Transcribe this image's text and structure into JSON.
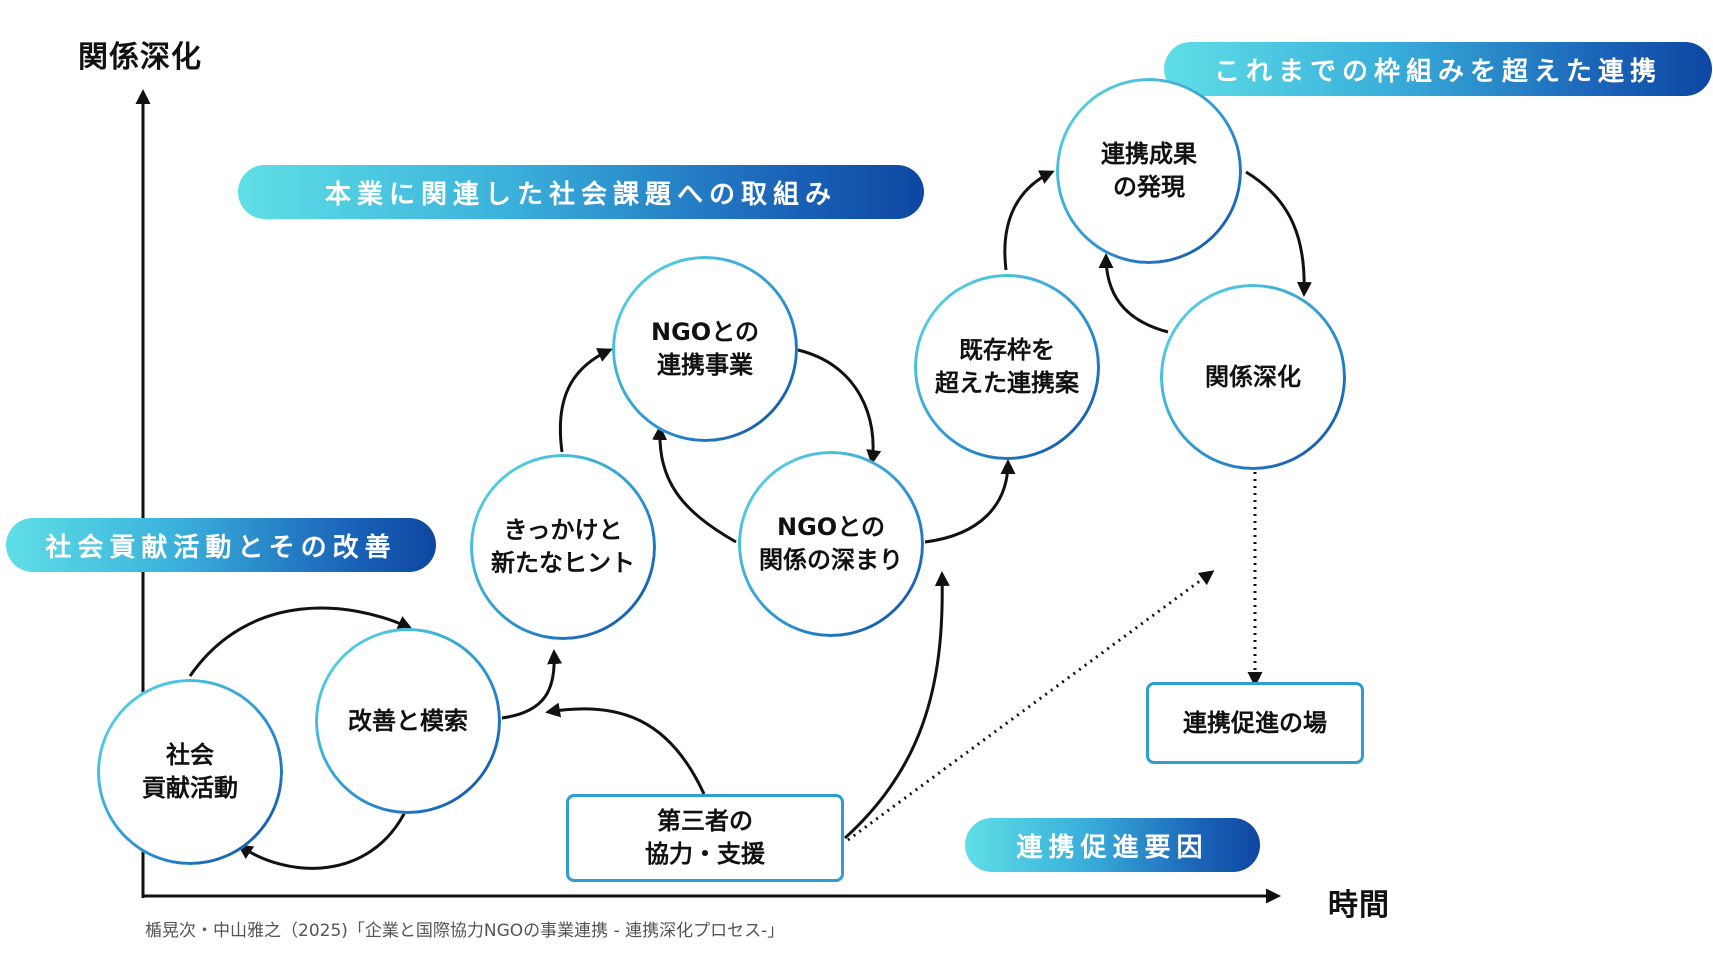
{
  "axes": {
    "y_label": "関係深化",
    "x_label": "時間"
  },
  "pills": {
    "beyond": "これまでの枠組みを超えた連携",
    "core_business": "本業に関連した社会課題への取組み",
    "social_contribution": "社会貢献活動とその改善",
    "factors": "連携促進要因"
  },
  "circles": {
    "social": [
      "社会",
      "貢献活動"
    ],
    "improve": [
      "改善と模索"
    ],
    "trigger": [
      "きっかけと",
      "新たなヒント"
    ],
    "ngo_project": [
      "NGOとの",
      "連携事業"
    ],
    "ngo_deepen": [
      "NGOとの",
      "関係の深まり"
    ],
    "beyond_existing": [
      "既存枠を",
      "超えた連携案"
    ],
    "results": [
      "連携成果",
      "の発現"
    ],
    "deepening": [
      "関係深化"
    ]
  },
  "boxes": {
    "third_party": [
      "第三者の",
      "協力・支援"
    ],
    "venue": [
      "連携促進の場"
    ]
  },
  "source": "楯晃次・中山雅之（2025)「企業と国際協力NGOの事業連携 - 連携深化プロセス-」",
  "colors": {
    "gradient_start": "#5fdfe6",
    "gradient_end": "#0d47a1",
    "box_border": "#2a9fd6",
    "arrow": "#111111"
  }
}
